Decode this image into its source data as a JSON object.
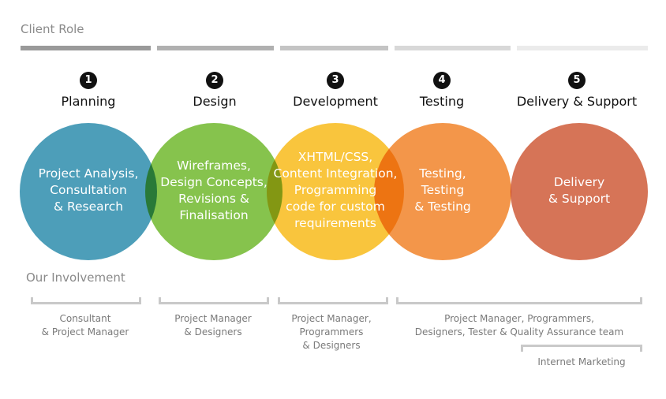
{
  "client_role_label": "Client Role",
  "our_involvement_label": "Our Involvement",
  "bar_colors": [
    "#9a9a9a",
    "#b0b0b0",
    "#c4c4c4",
    "#d8d8d8",
    "#ebebeb"
  ],
  "steps": [
    {
      "number": "1",
      "title": "Planning",
      "circle_text": "Project Analysis,\nConsultation\n& Research",
      "color": "#3f97b4"
    },
    {
      "number": "2",
      "title": "Design",
      "circle_text": "Wireframes,\nDesign Concepts,\nRevisions &\nFinalisation",
      "color": "#7dbf3f"
    },
    {
      "number": "3",
      "title": "Development",
      "circle_text": "XHTML/CSS,\nContent Integration,\nProgramming\ncode for custom\nrequirements",
      "color": "#f9c12e"
    },
    {
      "number": "4",
      "title": "Testing",
      "circle_text": "Testing,\nTesting\n& Testing",
      "color": "#f28e3c"
    },
    {
      "number": "5",
      "title": "Delivery & Support",
      "circle_text": "Delivery\n& Support",
      "color": "#d3694a"
    }
  ],
  "involvement": [
    {
      "text": "Consultant\n& Project Manager"
    },
    {
      "text": "Project Manager\n& Designers"
    },
    {
      "text": "Project Manager,\nProgrammers\n& Designers"
    },
    {
      "text": "Project Manager, Programmers,\nDesigners, Tester & Quality Assurance team"
    },
    {
      "text": "Internet Marketing"
    }
  ]
}
